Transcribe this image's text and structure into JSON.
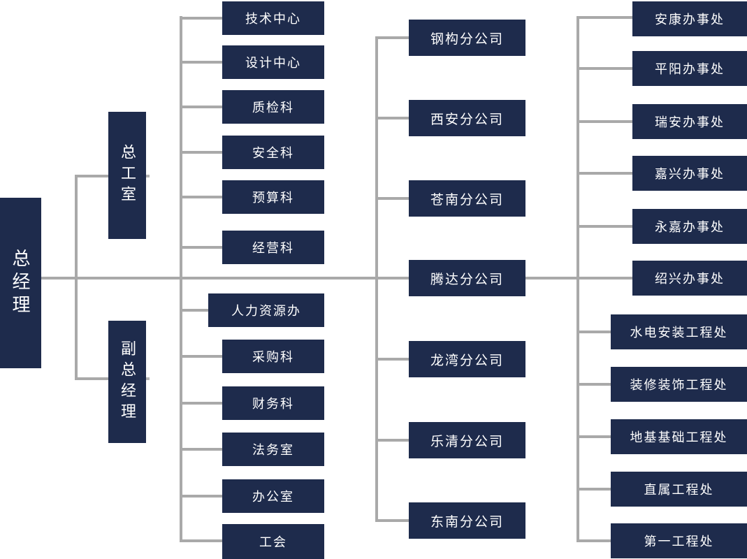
{
  "colors": {
    "node_fill": "#1e2b4c",
    "node_text": "#ffffff",
    "connector": "#a9a9a9"
  },
  "root": "总经理",
  "managers": [
    "总工室",
    "副总经理"
  ],
  "depts_top": [
    "技术中心",
    "设计中心",
    "质检科",
    "安全科",
    "预算科",
    "经营科"
  ],
  "depts_bottom": [
    "人力资源办",
    "采购科",
    "财务科",
    "法务室",
    "办公室",
    "工会"
  ],
  "branches": [
    "钢构分公司",
    "西安分公司",
    "苍南分公司",
    "腾达分公司",
    "龙湾分公司",
    "乐清分公司",
    "东南分公司"
  ],
  "offices": [
    "安康办事处",
    "平阳办事处",
    "瑞安办事处",
    "嘉兴办事处",
    "永嘉办事处",
    "绍兴办事处"
  ],
  "works": [
    "水电安装工程处",
    "装修装饰工程处",
    "地基基础工程处",
    "直属工程处",
    "第一工程处"
  ]
}
